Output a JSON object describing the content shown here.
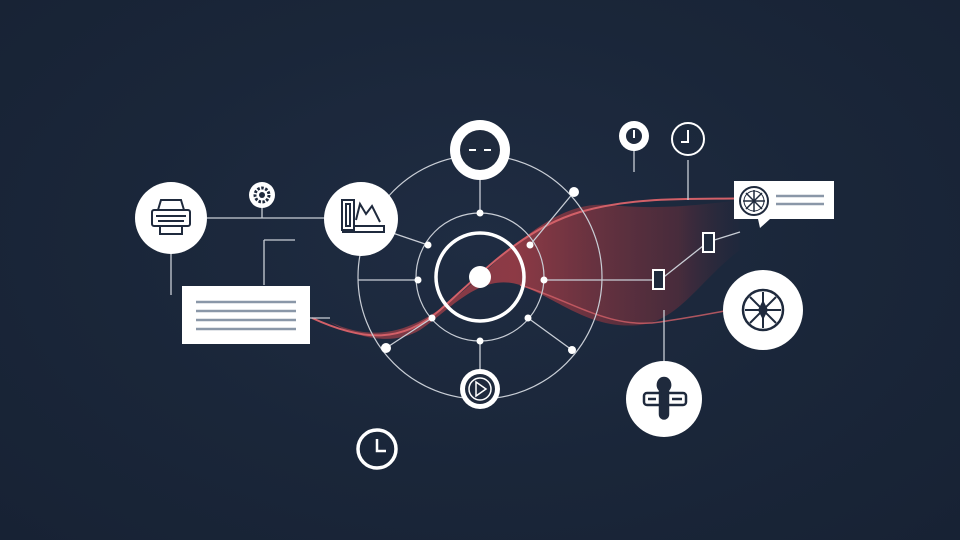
{
  "colors": {
    "background": "#1a2639",
    "line": "#c9ced6",
    "node_fill": "#ffffff",
    "icon_stroke": "#1f2a3d",
    "text_lines": "#8a97a8",
    "flow_band": "#b0444c"
  },
  "nodes": [
    {
      "id": "printer",
      "icon": "printer-icon"
    },
    {
      "id": "gear",
      "icon": "gear-icon"
    },
    {
      "id": "chart",
      "icon": "chart-document-icon"
    },
    {
      "id": "status",
      "icon": "status-dash-icon"
    },
    {
      "id": "hub",
      "icon": "hub-core-icon"
    },
    {
      "id": "play",
      "icon": "play-icon"
    },
    {
      "id": "timer",
      "icon": "timer-icon"
    },
    {
      "id": "pin",
      "icon": "location-pin-icon"
    },
    {
      "id": "clock",
      "icon": "clock-icon"
    },
    {
      "id": "compass",
      "icon": "compass-icon"
    },
    {
      "id": "wrench",
      "icon": "wrench-tool-icon"
    },
    {
      "id": "callout",
      "icon": "compass-callout-icon"
    }
  ]
}
